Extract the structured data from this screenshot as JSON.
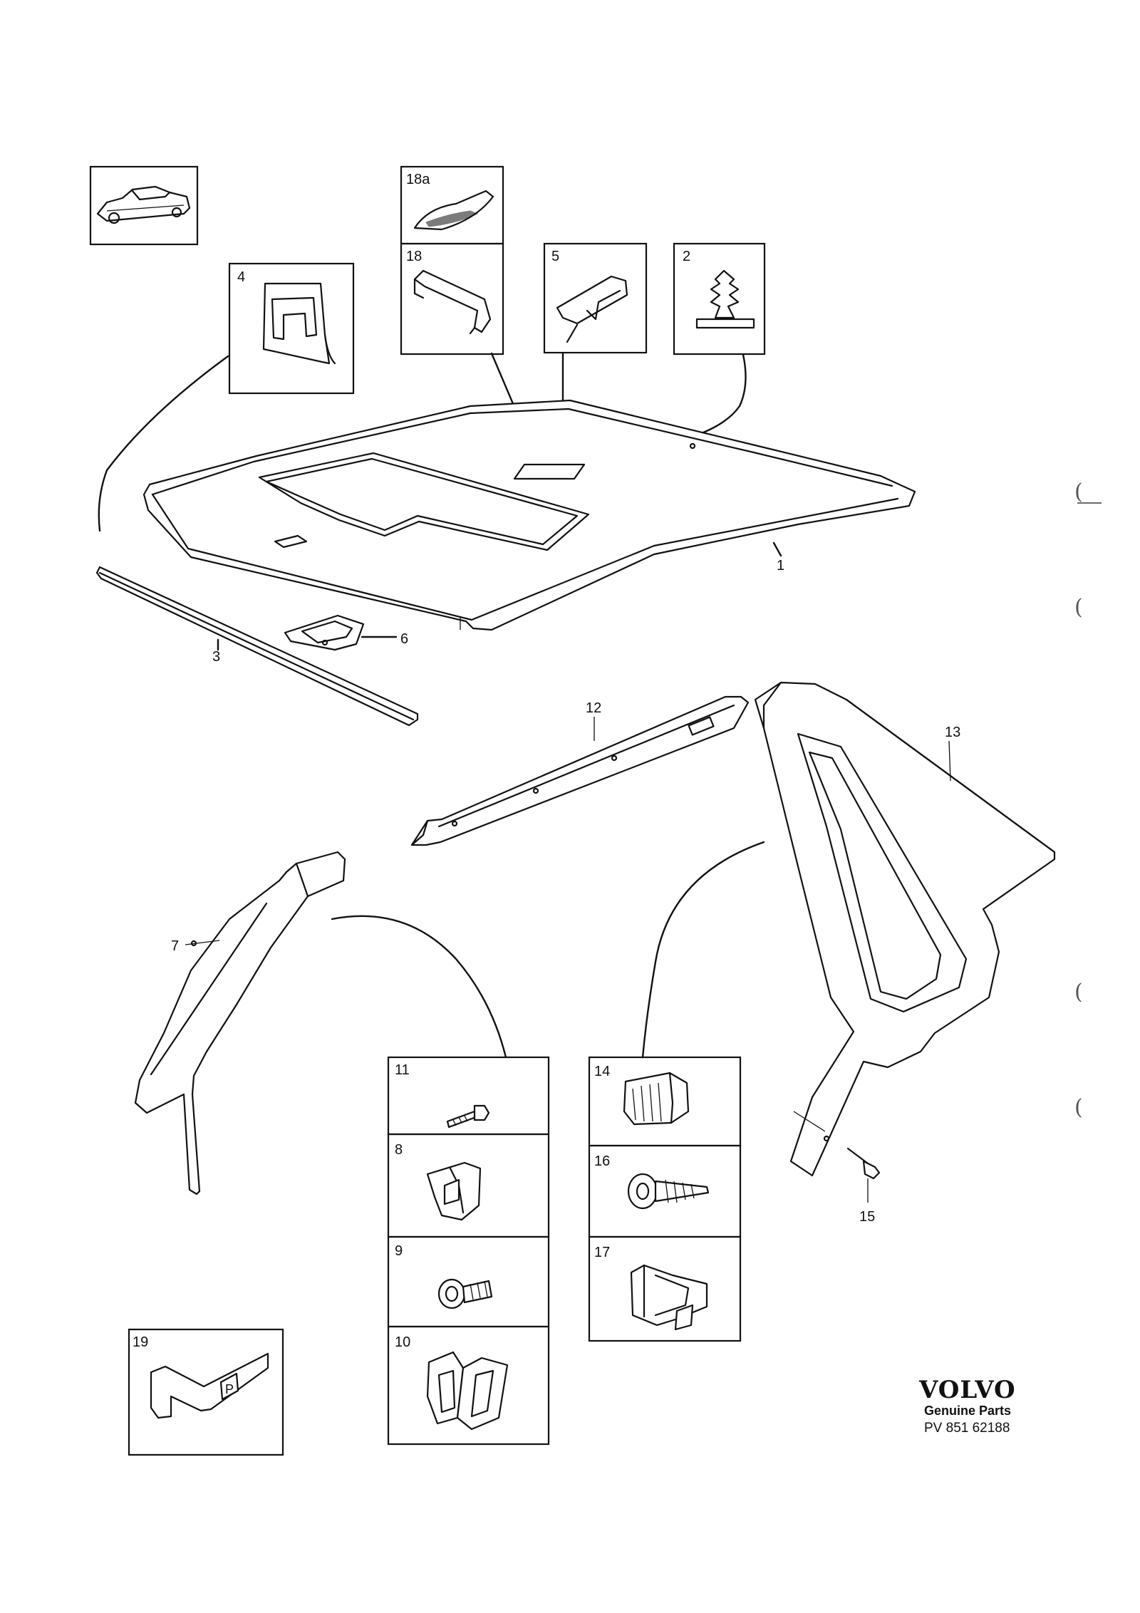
{
  "callouts": {
    "c1": "1",
    "c2": "2",
    "c3": "3",
    "c4": "4",
    "c5": "5",
    "c6": "6",
    "c7": "7",
    "c8": "8",
    "c9": "9",
    "c10": "10",
    "c11": "11",
    "c12": "12",
    "c13": "13",
    "c14": "14",
    "c15": "15",
    "c16": "16",
    "c17": "17",
    "c18": "18",
    "c18a": "18a",
    "c19": "19"
  },
  "brand": {
    "name": "VOLVO",
    "subtitle": "Genuine Parts",
    "code": "PV 851 62188"
  },
  "margin_marks": [
    "(",
    "(",
    "(",
    "("
  ]
}
